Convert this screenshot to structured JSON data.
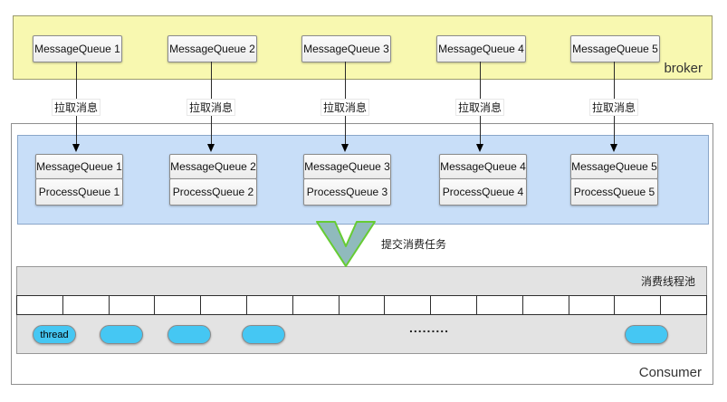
{
  "labels": {
    "broker": "broker",
    "consumer": "Consumer",
    "pull_message": "拉取消息",
    "submit_task": "提交消费任务",
    "thread_pool": "消费线程池",
    "thread": "thread",
    "more_threads_dots": "........."
  },
  "broker": {
    "queues": [
      "MessageQueue 1",
      "MessageQueue 2",
      "MessageQueue 3",
      "MessageQueue 4",
      "MessageQueue 5"
    ]
  },
  "consumer": {
    "pairs": [
      {
        "message_queue": "MessageQueue 1",
        "process_queue": "ProcessQueue 1"
      },
      {
        "message_queue": "MessageQueue 2",
        "process_queue": "ProcessQueue 2"
      },
      {
        "message_queue": "MessageQueue 3",
        "process_queue": "ProcessQueue 3"
      },
      {
        "message_queue": "MessageQueue 4",
        "process_queue": "ProcessQueue 4"
      },
      {
        "message_queue": "MessageQueue 5",
        "process_queue": "ProcessQueue 5"
      }
    ],
    "thread_pool": {
      "cell_count": 15
    }
  },
  "colors": {
    "broker_bg": "#F8F8B0",
    "consume_queue_bg": "#C8DEF8",
    "thread_pool_bg": "#E3E3E3",
    "thread_pill": "#45C7F3",
    "submit_arrow_fill": "#90BABD",
    "submit_arrow_stroke": "#66CC33"
  }
}
